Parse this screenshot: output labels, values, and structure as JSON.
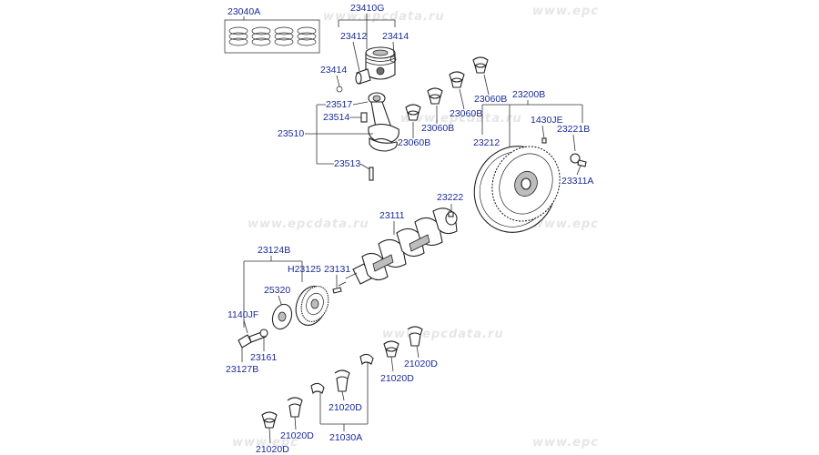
{
  "watermarks": [
    "www.epcdata.ru",
    "www.epc",
    "www.epcdata.ru",
    "www.epc",
    "www.epcdata.ru",
    "www.epc",
    "www.epcdata.ru",
    "www.epc"
  ],
  "labels": {
    "l23040A": "23040A",
    "l23410G": "23410G",
    "l23412": "23412",
    "l23414a": "23414",
    "l23414b": "23414",
    "l23517": "23517",
    "l23514": "23514",
    "l23510": "23510",
    "l23513": "23513",
    "l23060Ba": "23060B",
    "l23060Bb": "23060B",
    "l23060Bc": "23060B",
    "l23060Bd": "23060B",
    "l23200B": "23200B",
    "l1430JE": "1430JE",
    "l23212": "23212",
    "l23221B": "23221B",
    "l23311A": "23311A",
    "l23222": "23222",
    "l23111": "23111",
    "l23124B": "23124B",
    "lH23125": "H23125",
    "l23131": "23131",
    "l25320": "25320",
    "l1140JF": "1140JF",
    "l23161": "23161",
    "l23127B": "23127B",
    "l21020Da": "21020D",
    "l21020Db": "21020D",
    "l21020Dc": "21020D",
    "l21020Dd": "21020D",
    "l21020De": "21020D",
    "l21030A": "21030A"
  }
}
